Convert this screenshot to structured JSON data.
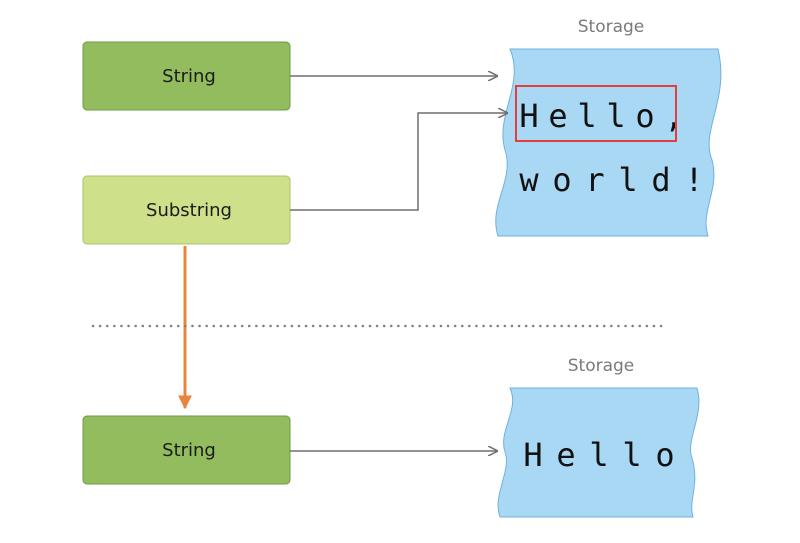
{
  "top": {
    "string_box_label": "String",
    "substring_box_label": "Substring",
    "storage_title": "Storage",
    "storage_chars_line1": [
      "H",
      "e",
      "l",
      "l",
      "o",
      ","
    ],
    "storage_chars_line2": [
      "w",
      "o",
      "r",
      "l",
      "d",
      "!"
    ]
  },
  "bottom": {
    "string_box_label": "String",
    "storage_title": "Storage",
    "storage_chars": [
      "H",
      "e",
      "l",
      "l",
      "o"
    ]
  },
  "colors": {
    "string_box_fill": "#93bc5f",
    "string_box_stroke": "#6f9a43",
    "substring_box_fill": "#cfe08b",
    "substring_box_stroke": "#a8c567",
    "storage_fill": "#a9d8f5",
    "storage_stroke": "#6fb1e0",
    "arrow_gray": "#6f6f6f",
    "arrow_orange": "#e9843f",
    "highlight_red": "#e53d3d",
    "divider": "#808080"
  }
}
